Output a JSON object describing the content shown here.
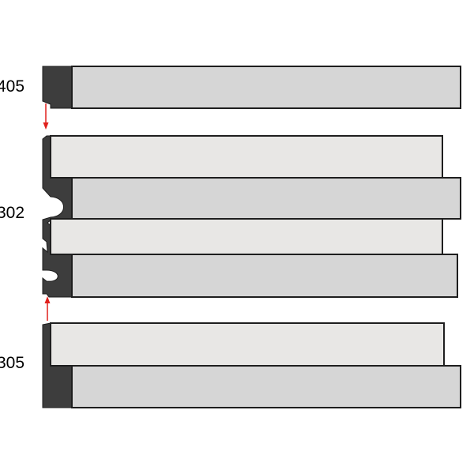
{
  "labels": {
    "top": "405",
    "middle": "302",
    "bottom": "305"
  },
  "colors": {
    "background": "#ffffff",
    "wall_profile": "#3d3d3d",
    "board_face_dark": "#d6d6d6",
    "board_face_light": "#e8e7e5",
    "outline": "#1e1e1e",
    "arrow": "#e0201c"
  }
}
